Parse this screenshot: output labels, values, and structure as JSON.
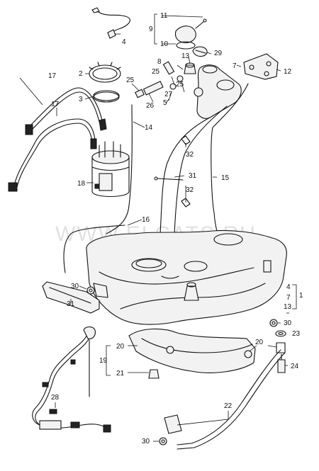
{
  "watermark": "WWW.ELCATS.RU",
  "callouts": {
    "c1": "1",
    "c2": "2",
    "c3": "3",
    "c4_top": "4",
    "c4_right": "4",
    "c5": "5",
    "c7": "7",
    "c7_right": "7",
    "c8": "8",
    "c9": "9",
    "c10": "10",
    "c11": "11",
    "c12": "12",
    "c13_top": "13",
    "c13_right": "13",
    "c14": "14",
    "c15": "15",
    "c16": "16",
    "c17a": "17",
    "c17b": "17",
    "c18": "18",
    "c19": "19",
    "c20_left": "20",
    "c20_right": "20",
    "c21": "21",
    "c22": "22",
    "c23": "23",
    "c24": "24",
    "c25a": "25",
    "c25b": "25",
    "c25c": "25",
    "c26": "26",
    "c27": "27",
    "c28": "28",
    "c29": "29",
    "c30_left": "30",
    "c30_right": "30",
    "c30_bottom": "30",
    "c31_mid": "31",
    "c31_left": "31",
    "c32a": "32",
    "c32b": "32"
  }
}
